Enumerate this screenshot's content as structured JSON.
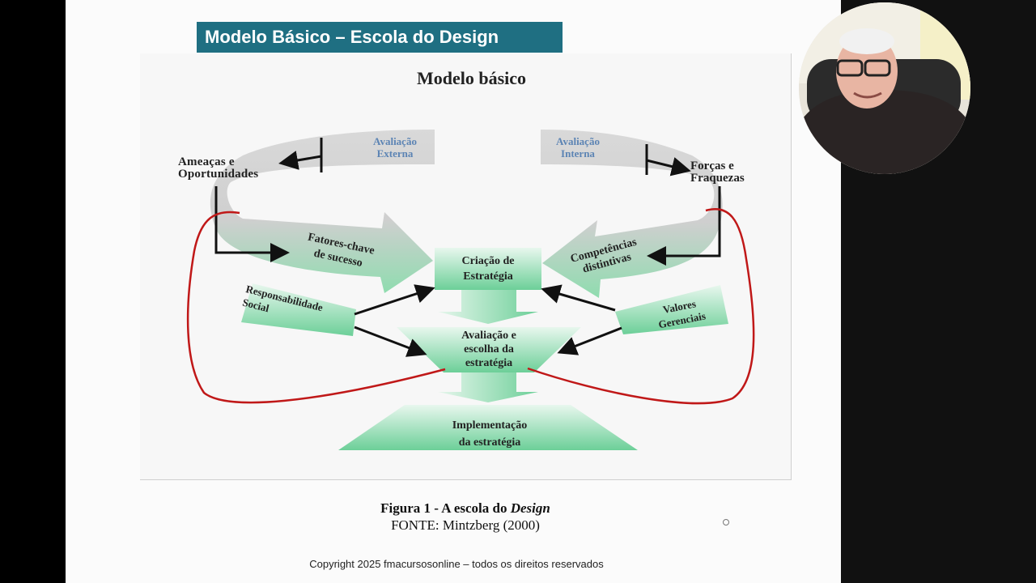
{
  "slide": {
    "title": "Modelo Básico – Escola do Design",
    "copyright": "Copyright 2025 fmacursosonline – todos os direitos reservados"
  },
  "diagram": {
    "heading": "Modelo básico",
    "external_eval": "Avaliação\nExterna",
    "internal_eval": "Avaliação\nInterna",
    "threats_opportunities": "Ameaças e\nOportunidades",
    "strengths_weaknesses": "Forças e\nFraquezas",
    "key_success_factors": "Fatores-chave\nde sucesso",
    "distinctive_competencies": "Competências\ndistintivas",
    "strategy_creation": "Criação de\nEstratégia",
    "social_responsibility": "Responsabilidade\nSocial",
    "managerial_values": "Valores\nGerenciais",
    "strategy_evaluation": "Avaliação e\nescolha da\nestratégia",
    "strategy_implementation": "Implementação\nda estratégia"
  },
  "caption": {
    "figure_prefix": "Figura 1 - A escola do ",
    "figure_emphasis": "Design",
    "source": "FONTE: Mintzberg (2000)"
  },
  "colors": {
    "title_bar": "#1f6f82",
    "green_shape": "#6ccf98",
    "red_loop": "#c01818",
    "blue_label": "#5c84b4"
  },
  "icons": {
    "webcam": "presenter-webcam"
  }
}
